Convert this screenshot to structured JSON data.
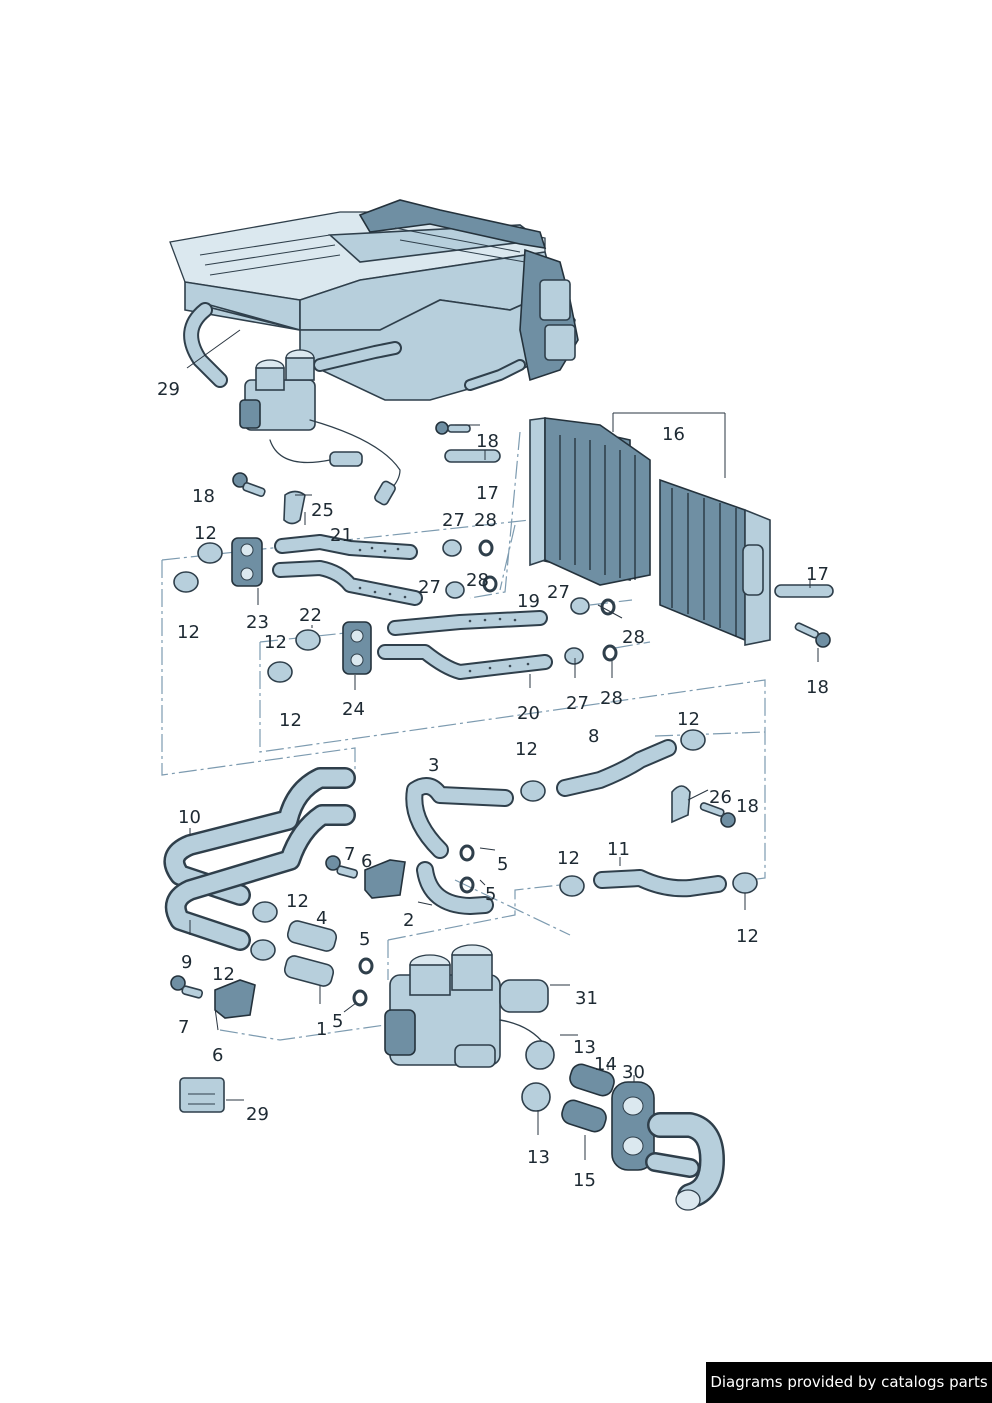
{
  "diagram": {
    "callouts": [
      "29",
      "18",
      "17",
      "25",
      "16",
      "12",
      "21",
      "27",
      "28",
      "23",
      "22",
      "24",
      "19",
      "20",
      "17",
      "18",
      "3",
      "8",
      "26",
      "10",
      "7",
      "6",
      "5",
      "2",
      "11",
      "4",
      "1",
      "9",
      "31",
      "13",
      "14",
      "30",
      "15"
    ],
    "colors": {
      "part_fill": "#b7cfdc",
      "part_dark": "#6f8fa3",
      "outline": "#2f3f4b",
      "dash_line": "#7d9bb0"
    }
  },
  "footer": {
    "credit": "Diagrams provided by catalogs parts"
  }
}
